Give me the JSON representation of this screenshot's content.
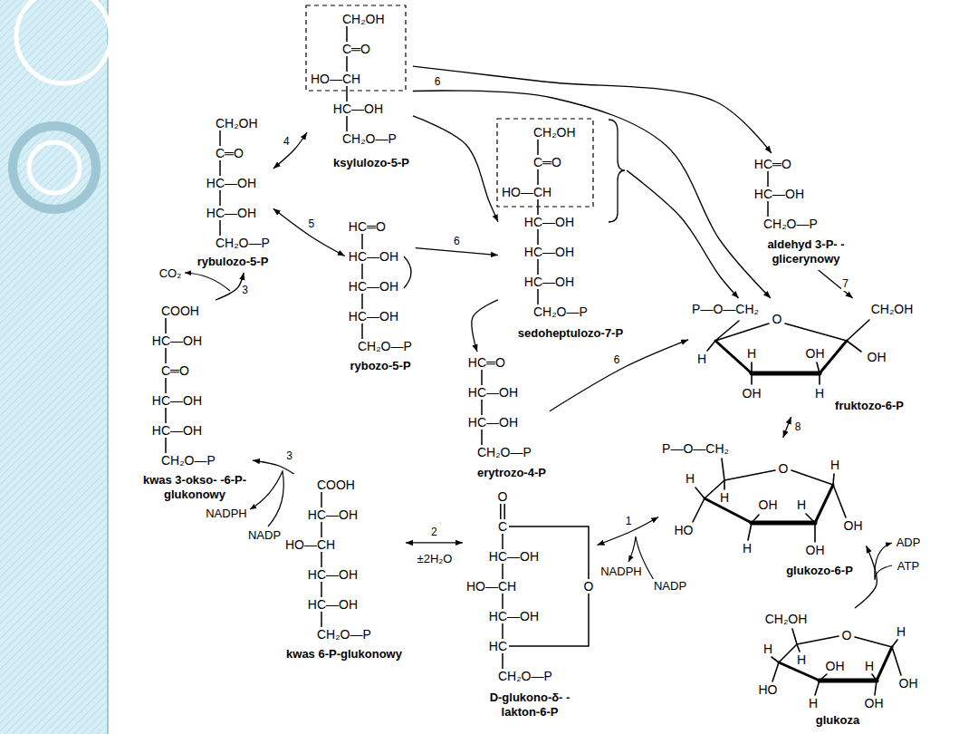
{
  "diagram": {
    "nodes": [
      {
        "text": [
          "CH₂OH",
          "C═O",
          "HO—CH",
          "HC—OH",
          "CH₂O—P",
          "ksylulozo-5-P"
        ]
      },
      {
        "text": [
          "CH₂OH",
          "C═O",
          "HC—OH",
          "HC—OH",
          "CH₂O—P",
          "rybulozo-5-P"
        ]
      },
      {
        "text": [
          "HC═O",
          "HC—OH",
          "CH₂O—P",
          "aldehyd 3-P- -glicerynowy"
        ]
      },
      {
        "text": [
          "CH₂OH",
          "C═O",
          "HO—CH",
          "HC—OH",
          "HC—OH",
          "HC—OH",
          "CH₂O—P",
          "sedoheptulozo-7-P"
        ]
      },
      {
        "text": [
          "HC═O",
          "HC—OH",
          "HC—OH",
          "HC—OH",
          "CH₂O—P",
          "rybozo-5-P"
        ]
      },
      {
        "text": [
          "P—O—CH₂",
          "O",
          "CH₂OH",
          "H",
          "H",
          "OH",
          "OH",
          "OH",
          "H",
          "fruktozo-6-P"
        ]
      },
      {
        "text": [
          "HC═O",
          "HC—OH",
          "HC—OH",
          "CH₂O—P",
          "erytrozo-4-P"
        ]
      },
      {
        "text": [
          "COOH",
          "HC—OH",
          "C═O",
          "HC—OH",
          "HC—OH",
          "CH₂O—P",
          "kwas 3-okso- -6-P-glukonowy"
        ]
      },
      {
        "text": [
          "P—O—CH₂",
          "O",
          "H",
          "H",
          "H",
          "OH",
          "H",
          "OH",
          "HO",
          "H",
          "OH",
          "glukozo-6-P"
        ]
      },
      {
        "text": [
          "COOH",
          "HC—OH",
          "HO—CH",
          "HC—OH",
          "HC—OH",
          "CH₂O—P",
          "kwas 6-P-glukonowy"
        ]
      },
      {
        "text": [
          "O",
          "C",
          "HC—OH",
          "HO—CH",
          "HC—OH",
          "HC",
          "CH₂O—P",
          "O",
          "D-glukono-δ- -lakton-6-P"
        ]
      },
      {
        "text": [
          "CH₂OH",
          "O",
          "H",
          "H",
          "H",
          "OH",
          "H",
          "OH",
          "HO",
          "H",
          "OH",
          "glukoza"
        ]
      }
    ],
    "edges": [
      {
        "from": 1,
        "to": 0,
        "arrow": "both",
        "label": "4"
      },
      {
        "from": 1,
        "to": 4,
        "arrow": "both",
        "label": "5"
      },
      {
        "from": 0,
        "to": 2,
        "arrow": "to",
        "label": "6"
      },
      {
        "from": 0,
        "to": 3,
        "arrow": "to"
      },
      {
        "from": 0,
        "to": 5,
        "arrow": "to"
      },
      {
        "from": 4,
        "to": 3,
        "arrow": "to",
        "label": "6"
      },
      {
        "from": 3,
        "to": 6,
        "arrow": "to"
      },
      {
        "from": 3,
        "to": 5,
        "arrow": "to"
      },
      {
        "from": 2,
        "to": 5,
        "arrow": "to",
        "label": "7"
      },
      {
        "from": 6,
        "to": 5,
        "arrow": "to",
        "label": "6"
      },
      {
        "from": 7,
        "to": 1,
        "arrow": "to",
        "label": "3"
      },
      {
        "from": 9,
        "to": 7,
        "arrow": "to",
        "label": "3"
      },
      {
        "from": 9,
        "to": 10,
        "arrow": "both",
        "label": "2"
      },
      {
        "from": 8,
        "to": 10,
        "arrow": "both",
        "label": "1"
      },
      {
        "from": 5,
        "to": 8,
        "arrow": "both",
        "label": "8"
      },
      {
        "from": 11,
        "to": 8,
        "arrow": "to"
      }
    ],
    "labels": [
      "CO₂",
      "NADPH",
      "NADP",
      "±2H₂O",
      "NADPH",
      "NADP",
      "ADP",
      "ATP"
    ]
  }
}
